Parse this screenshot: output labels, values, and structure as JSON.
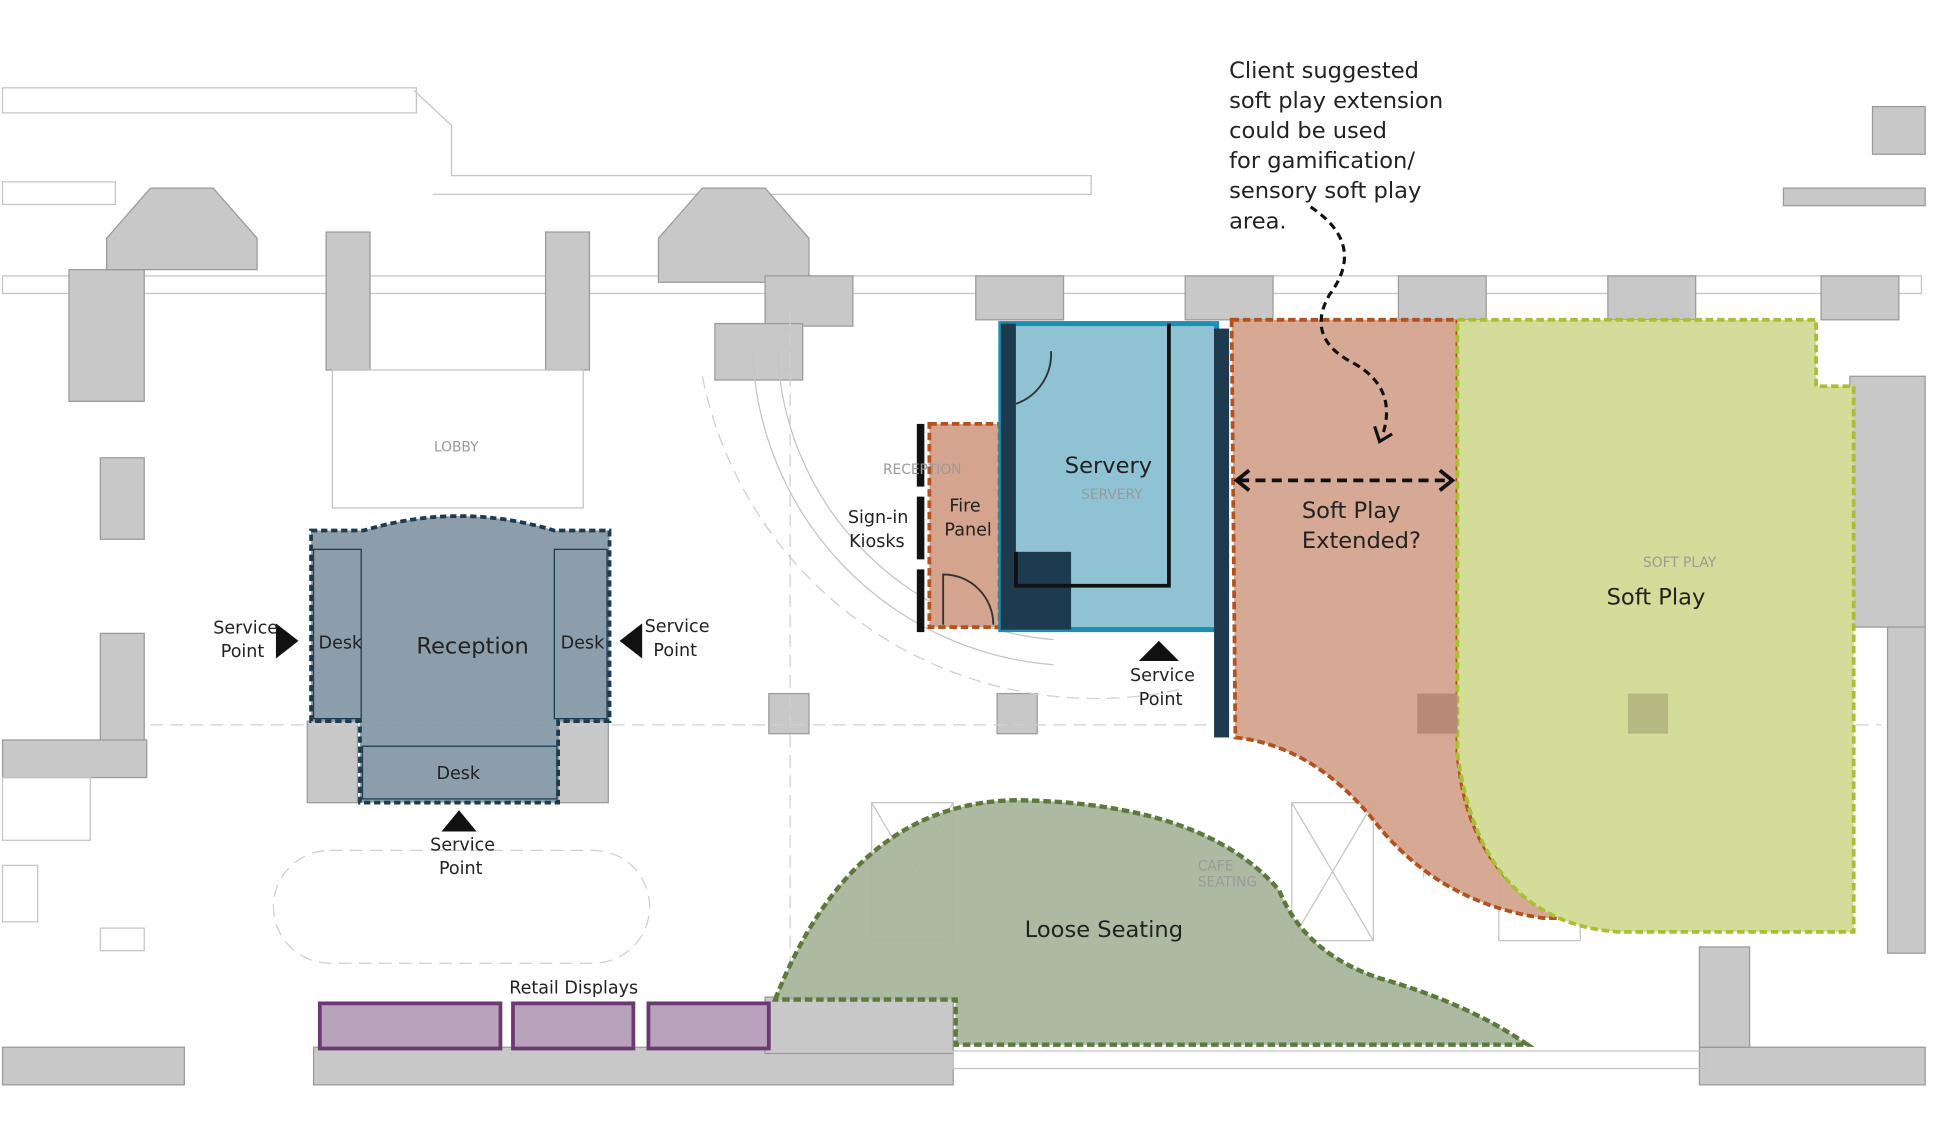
{
  "annotation": {
    "lines": [
      "Client suggested",
      "soft play extension",
      "could be used",
      "for gamification/",
      "sensory soft play",
      "area."
    ]
  },
  "zones": {
    "reception": "Reception",
    "desk_left": "Desk",
    "desk_right": "Desk",
    "desk_bottom": "Desk",
    "servery": "Servery",
    "fire_panel": [
      "Fire",
      "Panel"
    ],
    "soft_play_extended": [
      "Soft Play",
      "Extended?"
    ],
    "soft_play": "Soft Play",
    "loose_seating": "Loose Seating"
  },
  "labels": {
    "service_point_left": [
      "Service",
      "Point"
    ],
    "service_point_right": [
      "Service",
      "Point"
    ],
    "service_point_bottom": [
      "Service",
      "Point"
    ],
    "service_point_servery": [
      "Service",
      "Point"
    ],
    "sign_in_kiosks": [
      "Sign-in",
      "Kiosks"
    ],
    "retail_displays": "Retail Displays"
  },
  "background_labels": {
    "lobby": "LOBBY",
    "reception": "RECEPTION",
    "servery": "SERVERY",
    "soft_play": "SOFT PLAY",
    "cafe_seating": [
      "CAFE",
      "SEATING"
    ]
  },
  "colors": {
    "reception_fill": "#7f93a3",
    "reception_border": "#1d3a4f",
    "servery_fill": "#8fc3d4",
    "servery_border": "#1b8fb5",
    "extension_fill": "#d4a48e",
    "extension_border": "#b5511f",
    "soft_play_fill": "#d3dc98",
    "soft_play_border": "#a8c032",
    "seating_fill": "#a9b69d",
    "seating_border": "#5b7a3c",
    "retail_fill": "#b9a2bb",
    "retail_border": "#6b3a73"
  }
}
